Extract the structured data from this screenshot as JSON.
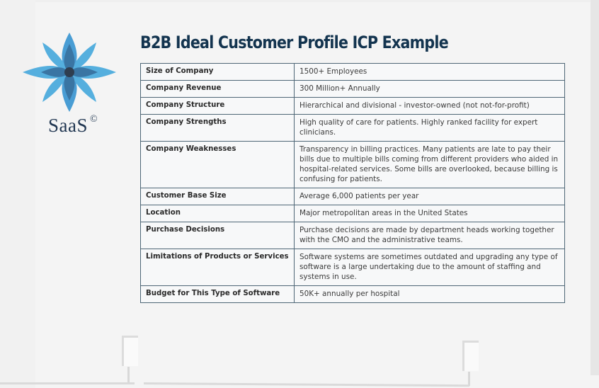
{
  "logo": {
    "icon": "lotus-flower-icon",
    "text": "SaaS",
    "mark": "©",
    "colors": {
      "light": "#3aa3db",
      "dark": "#12507f"
    }
  },
  "title": "B2B Ideal Customer Profile ICP Example",
  "table": {
    "rows": [
      {
        "label": "Size of Company",
        "value": "1500+ Employees"
      },
      {
        "label": "Company Revenue",
        "value": "300 Million+ Annually"
      },
      {
        "label": "Company Structure",
        "value": "Hierarchical and divisional - investor-owned (not not-for-profit)"
      },
      {
        "label": "Company Strengths",
        "value": "High quality of care for patients. Highly ranked facility for expert clinicians."
      },
      {
        "label": "Company Weaknesses",
        "value": "Transparency in billing practices. Many patients are late to pay their bills due to multiple bills coming from different providers who aided in hospital-related services. Some bills are overlooked, because billing is confusing for patients."
      },
      {
        "label": "Customer Base Size",
        "value": "Average 6,000 patients per year"
      },
      {
        "label": "Location",
        "value": "Major metropolitan areas in the United States"
      },
      {
        "label": "Purchase Decisions",
        "value": "Purchase decisions are made by department heads working together with the CMO and the administrative teams."
      },
      {
        "label": "Limitations of Products or Services",
        "value": "Software systems are sometimes outdated and upgrading any type of software is a large undertaking due to the amount of staffing and systems in use."
      },
      {
        "label": "Budget for This Type of Software",
        "value": "50K+ annually per hospital"
      }
    ]
  }
}
